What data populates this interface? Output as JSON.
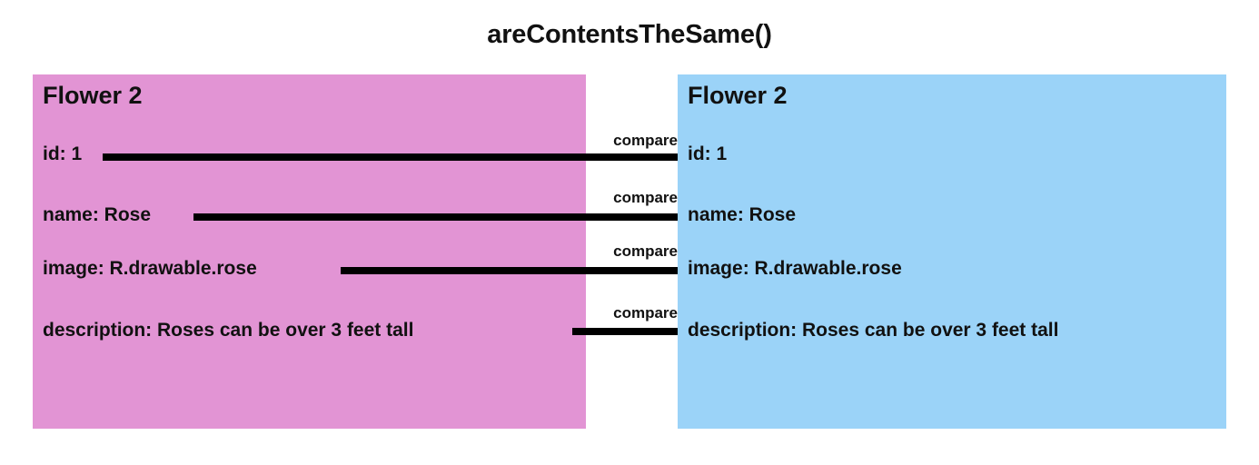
{
  "diagram": {
    "title": "areContentsTheSame()",
    "compare_label": "compare",
    "colors": {
      "left_panel": "#e294d4",
      "right_panel": "#9bd3f8",
      "connector": "#000000",
      "text": "#111111",
      "background": "#ffffff"
    },
    "left_panel": {
      "heading": "Flower 2",
      "fields": [
        {
          "label": "id: 1"
        },
        {
          "label": "name: Rose"
        },
        {
          "label": "image: R.drawable.rose"
        },
        {
          "label": "description: Roses can be over 3 feet tall"
        }
      ]
    },
    "right_panel": {
      "heading": "Flower 2",
      "fields": [
        {
          "label": "id: 1"
        },
        {
          "label": "name: Rose"
        },
        {
          "label": "image: R.drawable.rose"
        },
        {
          "label": "description: Roses can be over 3 feet tall"
        }
      ]
    },
    "connectors": [
      {
        "label": "compare"
      },
      {
        "label": "compare"
      },
      {
        "label": "compare"
      },
      {
        "label": "compare"
      }
    ]
  }
}
